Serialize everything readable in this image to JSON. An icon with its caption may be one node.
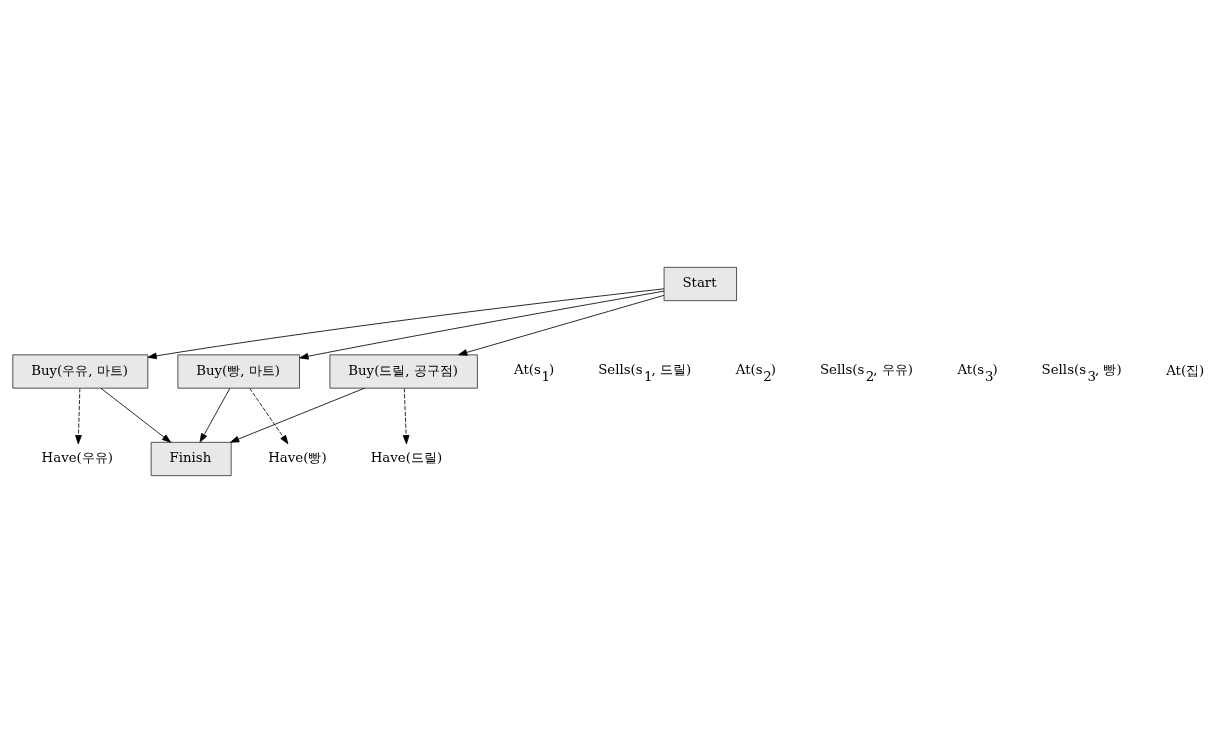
{
  "diagram": {
    "nodes": [
      {
        "text": [
          "Start"
        ]
      },
      {
        "text": [
          "Buy(드릴, 공구점)"
        ]
      },
      {
        "text": [
          "Buy(우유, 마트)"
        ]
      },
      {
        "text": [
          "Buy(빵, 마트)"
        ]
      },
      {
        "text": [
          "Finish"
        ]
      },
      {
        "text": [
          "Have(드릴)"
        ]
      },
      {
        "text": [
          "Have(우유)"
        ]
      },
      {
        "text": [
          "Have(빵)"
        ]
      }
    ],
    "edges": [
      {
        "from": 0,
        "to": 1,
        "arrow": "to"
      },
      {
        "from": 0,
        "to": 2,
        "arrow": "to"
      },
      {
        "from": 0,
        "to": 3,
        "arrow": "to"
      },
      {
        "from": 1,
        "to": 5,
        "arrow": "to",
        "style": "dashed"
      },
      {
        "from": 2,
        "to": 6,
        "arrow": "to",
        "style": "dashed"
      },
      {
        "from": 3,
        "to": 7,
        "arrow": "to",
        "style": "dashed"
      },
      {
        "from": 1,
        "to": 4,
        "arrow": "to"
      },
      {
        "from": 2,
        "to": 4,
        "arrow": "to"
      },
      {
        "from": 3,
        "to": 4,
        "arrow": "to"
      }
    ],
    "labels": [
      "At(s$_{1}$)",
      "Sells(s$_{1}$, 드릴)",
      "At(s$_{2}$)",
      "Sells(s$_{2}$, 우유)",
      "At(s$_{3}$)",
      "Sells(s$_{3}$, 빵)",
      "At(집)"
    ]
  }
}
